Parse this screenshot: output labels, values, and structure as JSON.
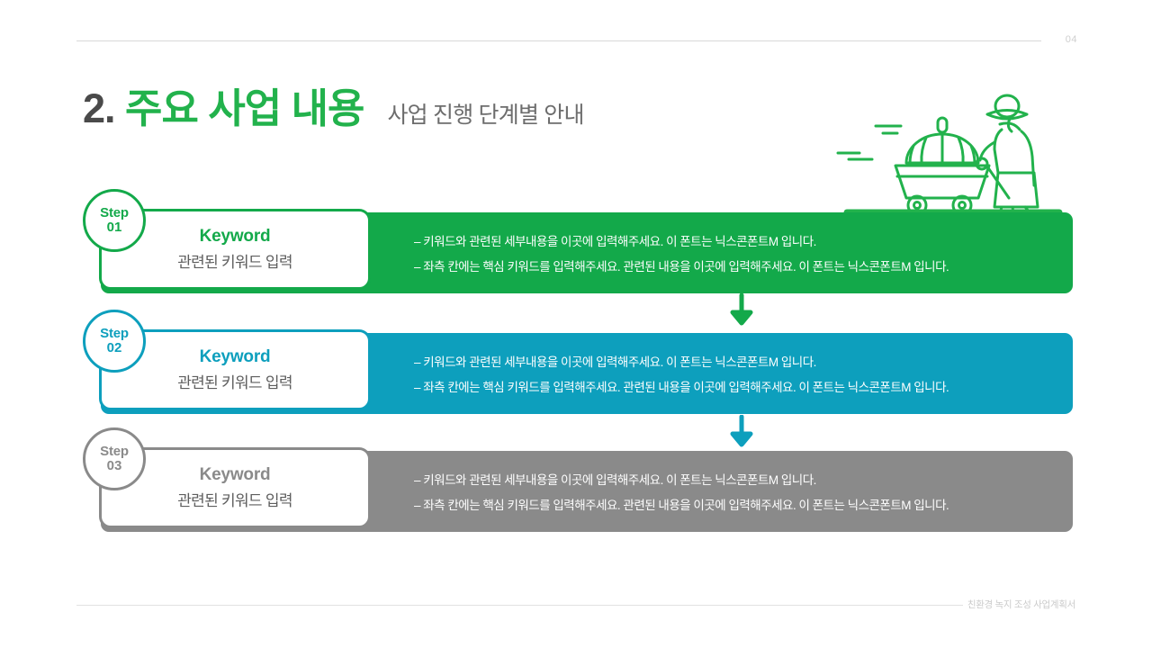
{
  "header": {
    "page_number": "04"
  },
  "title": {
    "number": "2.",
    "main": "주요 사업 내용",
    "sub": "사업 진행 단계별 안내"
  },
  "colors": {
    "green": "#13a94a",
    "teal": "#0d9fbd",
    "gray": "#8a8a8a",
    "title_green": "#22b24c",
    "title_gray": "#6d6d6d"
  },
  "illustration": {
    "name": "farmer-with-pumpkin-cart-illustration",
    "stroke_color": "#22b24c"
  },
  "steps": [
    {
      "badge_word": "Step",
      "badge_num": "01",
      "keyword": "Keyword",
      "label": "관련된 키워드 입력",
      "theme": "green",
      "lines": [
        "키워드와 관련된 세부내용을 이곳에 입력해주세요. 이 폰트는 닉스콘폰트M 입니다.",
        "좌측 칸에는 핵심 키워드를 입력해주세요. 관련된 내용을 이곳에 입력해주세요. 이 폰트는 닉스콘폰트M 입니다."
      ]
    },
    {
      "badge_word": "Step",
      "badge_num": "02",
      "keyword": "Keyword",
      "label": "관련된 키워드 입력",
      "theme": "teal",
      "lines": [
        "키워드와 관련된 세부내용을 이곳에 입력해주세요. 이 폰트는 닉스콘폰트M 입니다.",
        "좌측 칸에는 핵심 키워드를 입력해주세요. 관련된 내용을 이곳에 입력해주세요. 이 폰트는 닉스콘폰트M 입니다."
      ]
    },
    {
      "badge_word": "Step",
      "badge_num": "03",
      "keyword": "Keyword",
      "label": "관련된 키워드 입력",
      "theme": "gray",
      "lines": [
        "키워드와 관련된 세부내용을 이곳에 입력해주세요. 이 폰트는 닉스콘폰트M 입니다.",
        "좌측 칸에는 핵심 키워드를 입력해주세요. 관련된 내용을 이곳에 입력해주세요. 이 폰트는 닉스콘폰트M 입니다."
      ]
    }
  ],
  "arrows": [
    {
      "name": "arrow-step1-to-step2",
      "color": "#13a94a"
    },
    {
      "name": "arrow-step2-to-step3",
      "color": "#0d9fbd"
    }
  ],
  "footer": {
    "text": "친환경 녹지 조성 사업계획서"
  }
}
